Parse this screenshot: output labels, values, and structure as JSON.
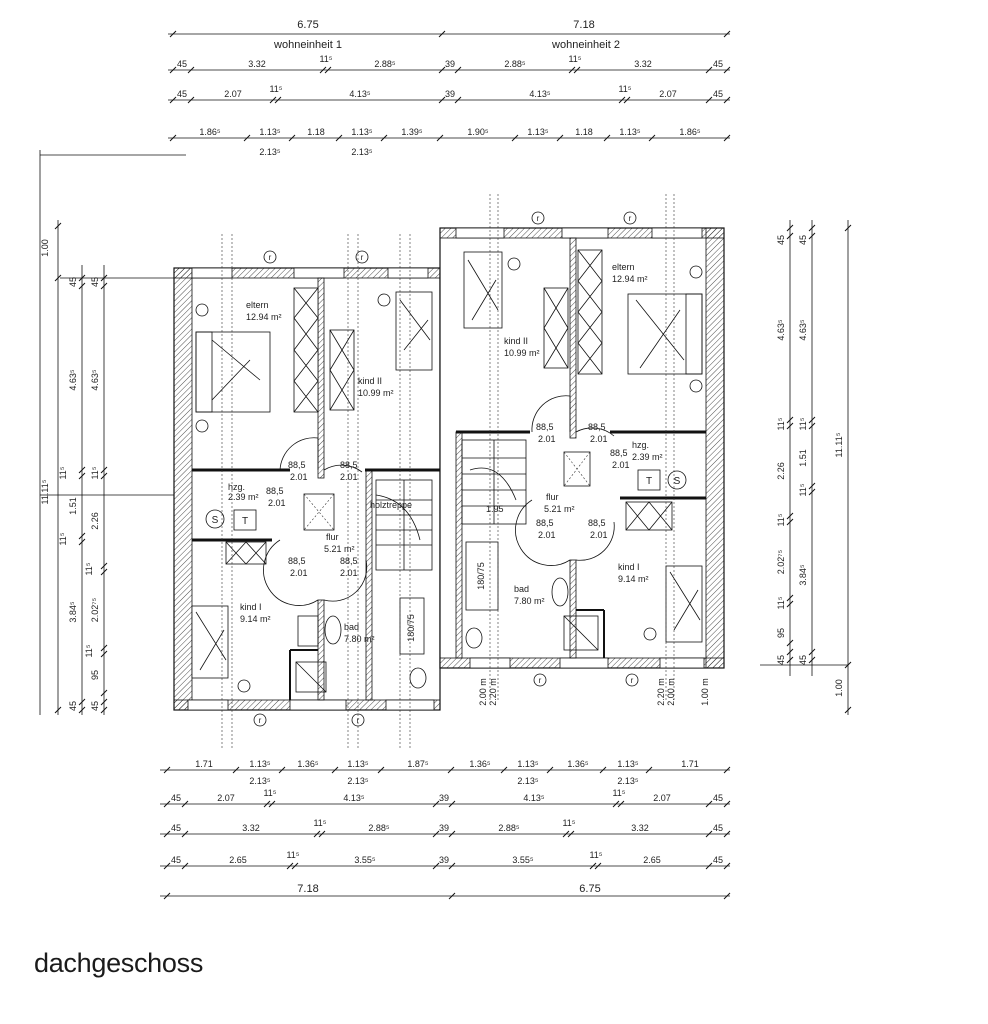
{
  "title": "dachgeschoss",
  "units": {
    "left": "wohneinheit 1",
    "right": "wohneinheit 2"
  },
  "rooms": {
    "eltern_1": {
      "name": "eltern",
      "area": "12.94 m²"
    },
    "kind2_1": {
      "name": "kind II",
      "area": "10.99 m²"
    },
    "hzg_1": {
      "name": "hzg.",
      "area": "2.39 m²"
    },
    "flur_1": {
      "name": "flur",
      "area": "5.21 m²"
    },
    "kind1_1": {
      "name": "kind I",
      "area": "9.14 m²"
    },
    "bad_1": {
      "name": "bad",
      "area": "7.80 m²"
    },
    "holztreppe": {
      "name": "holztreppe"
    },
    "eltern_2": {
      "name": "eltern",
      "area": "12.94 m²"
    },
    "kind2_2": {
      "name": "kind II",
      "area": "10.99 m²"
    },
    "hzg_2": {
      "name": "hzg.",
      "area": "2.39 m²"
    },
    "flur_2": {
      "name": "flur",
      "area": "5.21 m²"
    },
    "kind1_2": {
      "name": "kind I",
      "area": "9.14 m²"
    },
    "bad_2": {
      "name": "bad",
      "area": "7.80 m²"
    }
  },
  "door_label": {
    "width": "88,5",
    "height": "2.01"
  },
  "symbols": {
    "s": "S",
    "t": "T",
    "r": "r"
  },
  "top_dims": {
    "row1": [
      "6.75",
      "7.18"
    ],
    "row2": [
      "45",
      "3.32",
      "11⁵",
      "2.88⁵",
      "39",
      "2.88⁵",
      "11⁵",
      "3.32",
      "45"
    ],
    "row3": [
      "45",
      "2.07",
      "11⁵",
      "4.13⁵",
      "39",
      "4.13⁵",
      "11⁵",
      "2.07",
      "45"
    ],
    "row4": [
      "1.86⁵",
      "1.13⁵",
      "1.18",
      "1.13⁵",
      "1.39⁵",
      "1.90⁵",
      "1.13⁵",
      "1.18",
      "1.13⁵",
      "1.86⁵"
    ],
    "row4_sub": [
      "2.13⁵",
      "2.13⁵"
    ]
  },
  "bottom_dims": {
    "row1": [
      "1.71",
      "1.13⁵",
      "1.36⁵",
      "1.13⁵",
      "1.87⁵",
      "1.36⁵",
      "1.13⁵",
      "1.36⁵",
      "1.13⁵",
      "1.71"
    ],
    "row1_sub": [
      "2.13⁵",
      "2.13⁵",
      "2.13⁵",
      "2.13⁵"
    ],
    "row2": [
      "45",
      "2.07",
      "11⁵",
      "4.13⁵",
      "39",
      "4.13⁵",
      "11⁵",
      "2.07",
      "45"
    ],
    "row3": [
      "45",
      "3.32",
      "11⁵",
      "2.88⁵",
      "39",
      "2.88⁵",
      "11⁵",
      "3.32",
      "45"
    ],
    "row4": [
      "45",
      "2.65",
      "11⁵",
      "3.55⁵",
      "39",
      "3.55⁵",
      "11⁵",
      "2.65",
      "45"
    ],
    "row5": [
      "7.18",
      "6.75"
    ]
  },
  "left_dims": {
    "total": "11.11⁵",
    "top": "1.00",
    "col1": [
      "45",
      "4.63⁵",
      "11⁵",
      "1.51",
      "11⁵",
      "3.84⁵",
      "45"
    ],
    "col2": [
      "45",
      "4.63⁵",
      "11⁵",
      "2.26",
      "11⁵",
      "2.02⁷⁵",
      "11⁵",
      "95",
      "45"
    ]
  },
  "right_dims": {
    "total": "11.11⁵",
    "bottom": "1.00",
    "col1": [
      "45",
      "4.63⁵",
      "11⁵",
      "2.26",
      "11⁵",
      "2.02⁷⁵",
      "11⁵",
      "95",
      "45"
    ],
    "col2": [
      "45",
      "4.63⁵",
      "11⁵",
      "1.51",
      "11⁵",
      "3.84⁵",
      "45"
    ]
  },
  "stair_notes": [
    "2.00 m",
    "2.20 m",
    "2.20 m",
    "2.00 m",
    "1.00 m"
  ],
  "misc": {
    "shower": "180/75",
    "stair_w": "1.95"
  }
}
